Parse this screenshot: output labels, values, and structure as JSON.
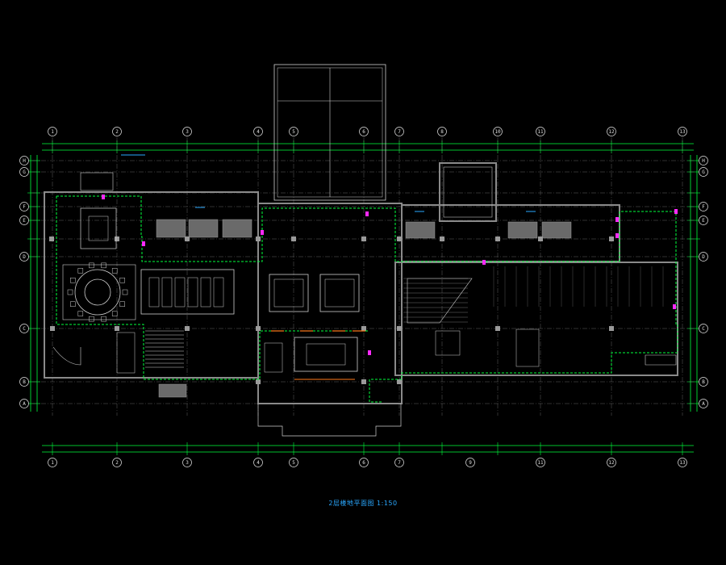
{
  "drawing": {
    "title": "2层楼地平面图 1:150",
    "column_axes": [
      "1",
      "2",
      "3",
      "4",
      "5",
      "6",
      "7",
      "8",
      "9",
      "10",
      "11",
      "12",
      "13"
    ],
    "row_axes_left": [
      "H",
      "G",
      "F",
      "E",
      "D",
      "C",
      "B",
      "A"
    ],
    "row_axes_right": [
      "H",
      "G",
      "F",
      "E",
      "D",
      "C",
      "B",
      "A"
    ],
    "colors": {
      "background": "#000000",
      "wall": "#8a8a8a",
      "dimension": "#00ff3c",
      "boundary": "#00ff3c",
      "axis_circle": "#e0e0e0",
      "accent_blue": "#2aa8ff",
      "accent_magenta": "#ff2aff",
      "accent_orange": "#ff7a1a",
      "accent_red": "#ff3030"
    }
  }
}
